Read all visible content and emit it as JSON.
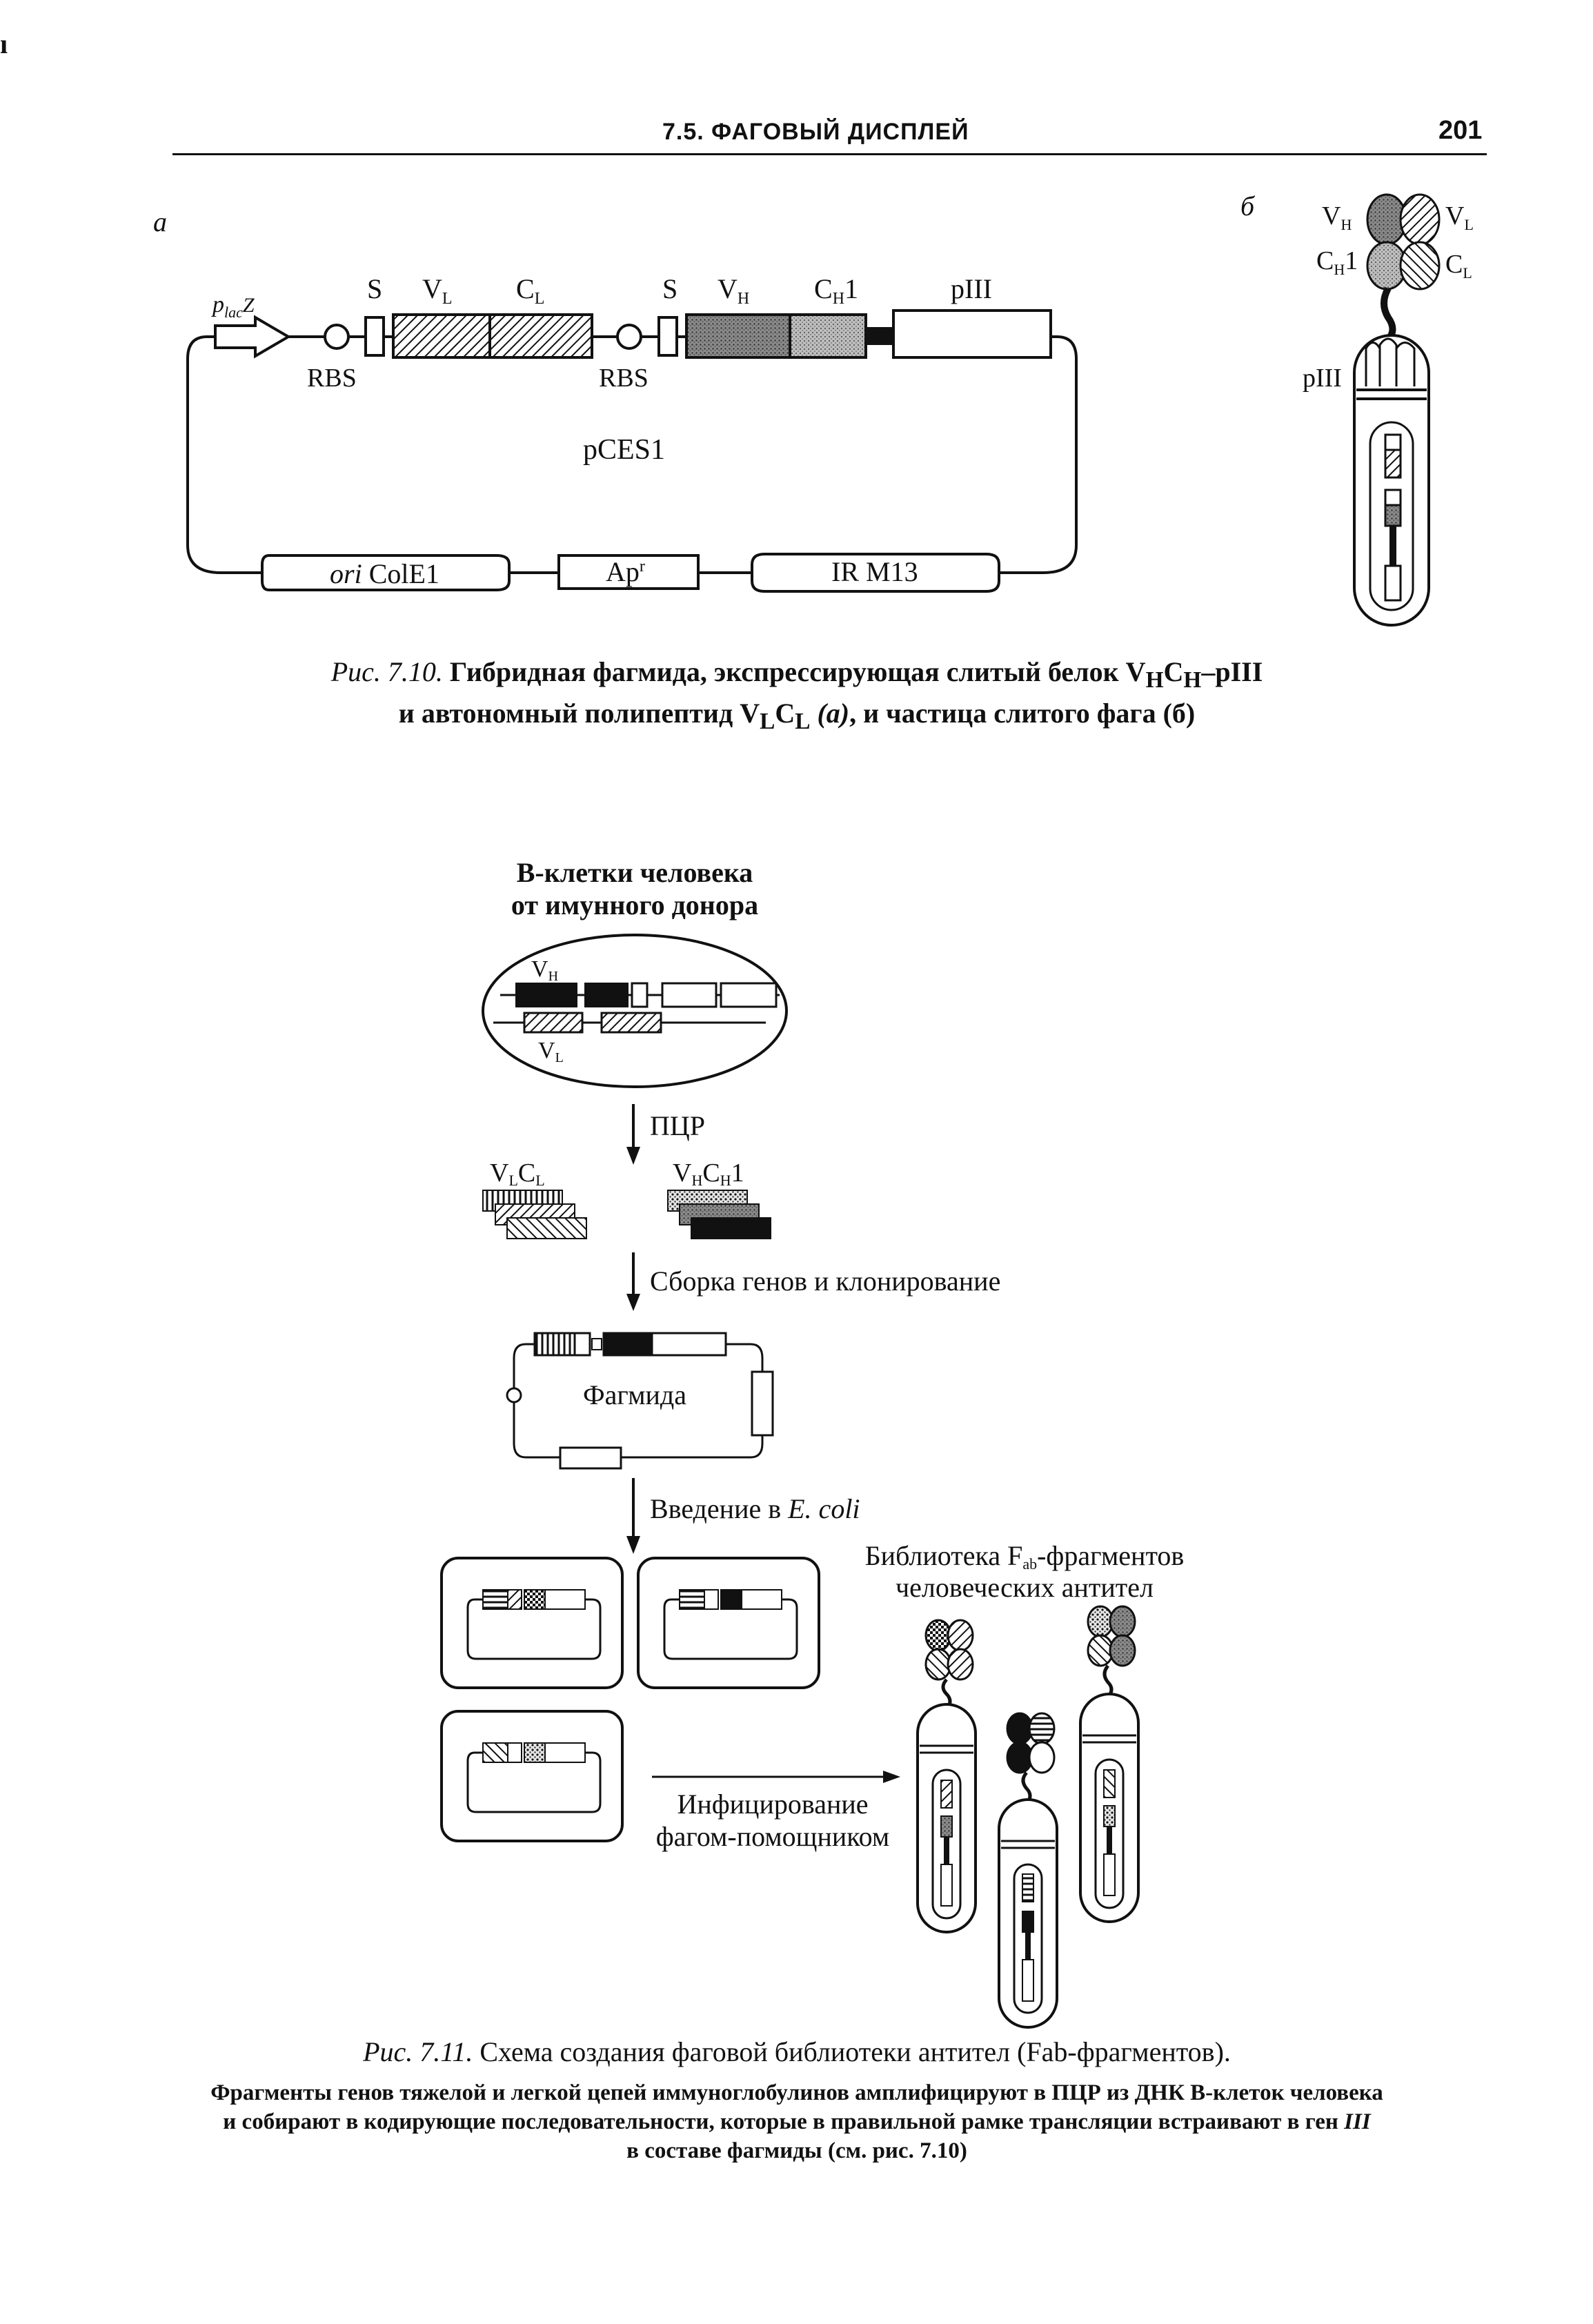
{
  "header": {
    "section_title": "7.5. ФАГОВЫЙ ДИСПЛЕЙ",
    "page_number": "201"
  },
  "figure_7_10": {
    "panel_a": "а",
    "panel_b": "б",
    "promoter_main": "p",
    "promoter_sub": "lac",
    "promoter_tail": "Z",
    "s1": "S",
    "vl_main": "V",
    "vl_sub": "L",
    "cl_main": "C",
    "cl_sub": "L",
    "s2": "S",
    "vh_main": "V",
    "vh_sub": "H",
    "ch1_main": "C",
    "ch1_sub": "H",
    "ch1_tail": "1",
    "piii": "pIII",
    "rbs1": "RBS",
    "rbs2": "RBS",
    "plasmid_name": "pCES1",
    "ori_italic": "ori",
    "ori_tail": " ColE1",
    "apr_main": "Ap",
    "apr_sup": "r",
    "irm13": "IR M13",
    "phage_vh_main": "V",
    "phage_vh_sub": "H",
    "phage_vl_main": "V",
    "phage_vl_sub": "L",
    "phage_ch1_main": "C",
    "phage_ch1_sub": "H",
    "phage_ch1_tail": "1",
    "phage_cl_main": "C",
    "phage_cl_sub": "L",
    "phage_piii": "pIII",
    "caption_label": "Рис. 7.10.",
    "caption_line1": "Гибридная фагмида, экспрессирующая слитый белок V",
    "caption_line1_sub1": "H",
    "caption_line1_mid": "C",
    "caption_line1_sub2": "H",
    "caption_line1_tail": "–pIII",
    "caption_line2": "и автономный полипептид V",
    "caption_line2_sub1": "L",
    "caption_line2_mid": "C",
    "caption_line2_sub2": "L",
    "caption_line2_a": " (а)",
    "caption_line2_tail": ", и частица слитого фага (б)"
  },
  "figure_7_11": {
    "title_line1": "В-клетки человека",
    "title_line2": "от имунного донора",
    "cell_vh_main": "V",
    "cell_vh_sub": "H",
    "cell_vl_main": "V",
    "cell_vl_sub": "L",
    "step_pcr": "ПЦР",
    "vlcl_v": "V",
    "vlcl_vsub": "L",
    "vlcl_c": "C",
    "vlcl_csub": "L",
    "vhch_v": "V",
    "vhch_vsub": "H",
    "vhch_c": "C",
    "vhch_csub": "H",
    "vhch_tail": "1",
    "step_assembly": "Сборка генов и клонирование",
    "phagemid": "Фагмида",
    "step_intro": "Введение в ",
    "step_intro_italic": "E. coli",
    "library_line1_a": "Библиотека F",
    "library_line1_sub": "ab",
    "library_line1_b": "-фрагментов",
    "library_line2": "человеческих антител",
    "infection_line1": "Инфицирование",
    "infection_line2": "фагом-помощником",
    "caption_label": "Рис. 7.11.",
    "caption_text": " Схема создания фаговой библиотеки антител (Fab-фрагментов).",
    "note_line1": "Фрагменты генов тяжелой и легкой цепей иммуноглобулинов амплифицируют в ПЦР из ДНК В-клеток человека",
    "note_line2_a": "и собирают в кодирующие последовательности, которые в правильной рамке трансляции встраивают в ген ",
    "note_line2_italic": "III",
    "note_line3": "в составе фагмиды (см. рис. 7.10)"
  }
}
